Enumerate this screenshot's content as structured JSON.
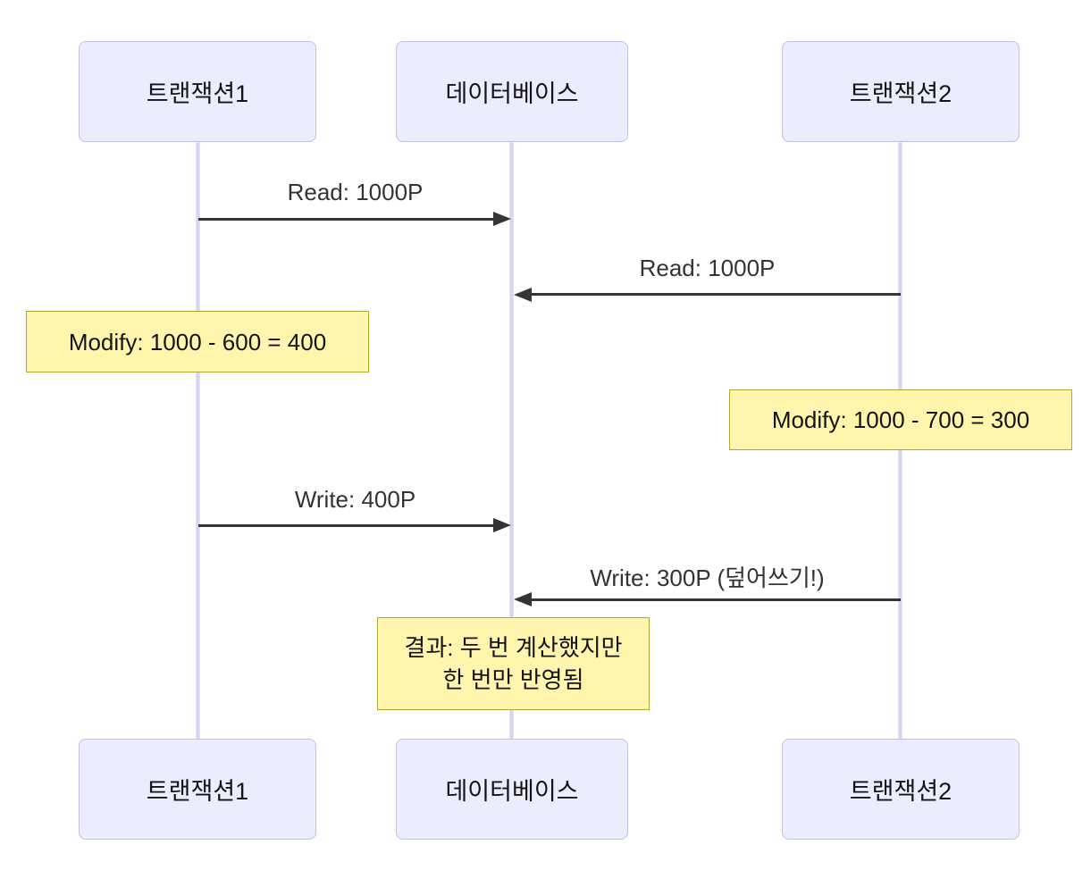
{
  "diagram": {
    "type": "sequence-diagram",
    "topic": "lost update between two transactions",
    "actors": [
      {
        "id": "transaction1",
        "label": "트랜잭션1"
      },
      {
        "id": "database",
        "label": "데이터베이스"
      },
      {
        "id": "transaction2",
        "label": "트랜잭션2"
      }
    ],
    "messages": [
      {
        "from": "transaction1",
        "to": "database",
        "direction": "right",
        "label": "Read: 1000P"
      },
      {
        "from": "transaction2",
        "to": "database",
        "direction": "left",
        "label": "Read: 1000P"
      },
      {
        "from": "transaction1",
        "to": "database",
        "direction": "right",
        "label": "Write: 400P"
      },
      {
        "from": "transaction2",
        "to": "database",
        "direction": "left",
        "label": "Write: 300P (덮어쓰기!)"
      }
    ],
    "notes": [
      {
        "over": "transaction1",
        "text": "Modify: 1000 - 600 = 400"
      },
      {
        "over": "transaction2",
        "text": "Modify: 1000 - 700 = 300"
      },
      {
        "over": "database",
        "line1": "결과: 두 번 계산했지만",
        "line2": "한 번만 반영됨"
      }
    ],
    "colors": {
      "background": "#FFFFFF",
      "actor_fill": "#ECECFF",
      "actor_border": "#C5BEE6",
      "lifeline": "#D9D4F0",
      "note_fill": "#FFF5AD",
      "note_border": "#AAAA33",
      "arrow": "#353535",
      "message_text": "#333333",
      "actor_text": "#141414"
    }
  }
}
